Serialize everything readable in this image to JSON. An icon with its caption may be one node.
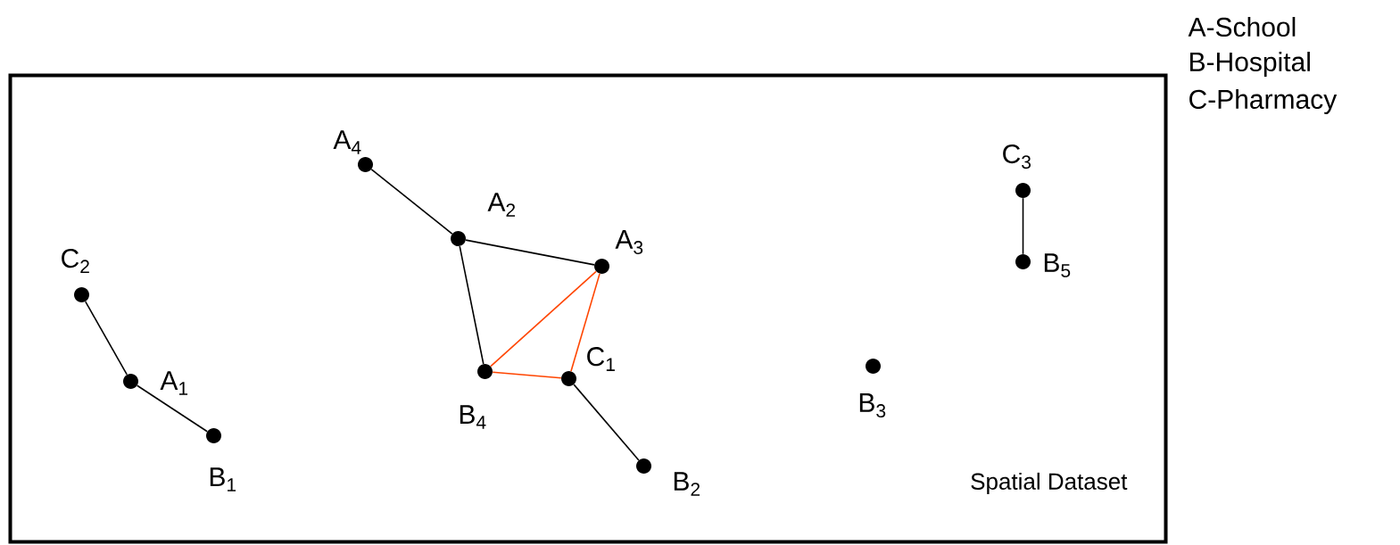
{
  "diagram": {
    "nodes": [
      {
        "text": [
          "Spatial Dataset"
        ]
      },
      {
        "text": [],
        "shape": "circle",
        "beside": [
          "C$_{2}$"
        ],
        "in": 0
      },
      {
        "text": [],
        "shape": "circle",
        "beside": [
          "A$_{1}$"
        ],
        "in": 0
      },
      {
        "text": [],
        "shape": "circle",
        "beside": [
          "B$_{1}$"
        ],
        "in": 0
      },
      {
        "text": [],
        "shape": "circle",
        "beside": [
          "A$_{4}$"
        ],
        "in": 0
      },
      {
        "text": [],
        "shape": "circle",
        "beside": [
          "A$_{2}$"
        ],
        "in": 0
      },
      {
        "text": [],
        "shape": "circle",
        "beside": [
          "B$_{4}$"
        ],
        "in": 0
      },
      {
        "text": [],
        "shape": "circle",
        "beside": [
          "C$_{1}$"
        ],
        "in": 0
      },
      {
        "text": [],
        "shape": "circle",
        "beside": [
          "A$_{3}$"
        ],
        "in": 0
      },
      {
        "text": [],
        "shape": "circle",
        "beside": [
          "B$_{2}$"
        ],
        "in": 0
      },
      {
        "text": [],
        "shape": "circle",
        "beside": [
          "B$_{3}$"
        ],
        "in": 0
      },
      {
        "text": [],
        "shape": "circle",
        "beside": [
          "C$_{3}$"
        ],
        "in": 0
      },
      {
        "text": [],
        "shape": "circle",
        "beside": [
          "B$_{5}$"
        ],
        "in": 0
      }
    ],
    "edges": [
      {
        "from": 1,
        "to": 2,
        "arrow": "none"
      },
      {
        "from": 2,
        "to": 3,
        "arrow": "none"
      },
      {
        "from": 4,
        "to": 5,
        "arrow": "none"
      },
      {
        "from": 5,
        "to": 8,
        "arrow": "none"
      },
      {
        "from": 5,
        "to": 6,
        "arrow": "none"
      },
      {
        "from": 6,
        "to": 8,
        "arrow": "none",
        "color": "#ff4500"
      },
      {
        "from": 6,
        "to": 7,
        "arrow": "none",
        "color": "#ff4500"
      },
      {
        "from": 7,
        "to": 8,
        "arrow": "none",
        "color": "#ff4500"
      },
      {
        "from": 7,
        "to": 9,
        "arrow": "none"
      },
      {
        "from": 11,
        "to": 12,
        "arrow": "none"
      }
    ],
    "labels": [
      "A-School",
      "B-Hospital",
      "C-Pharmacy"
    ]
  }
}
